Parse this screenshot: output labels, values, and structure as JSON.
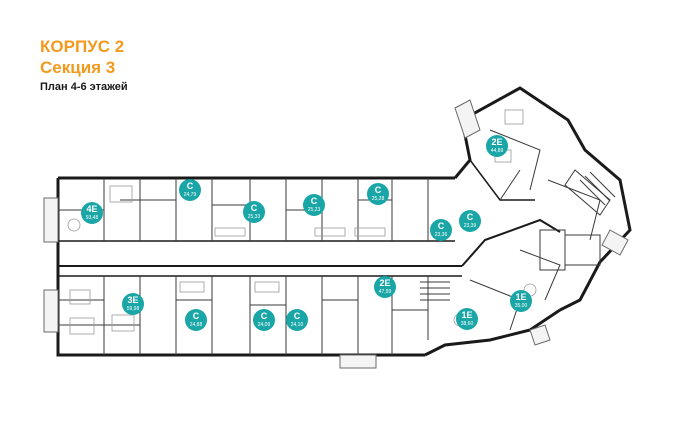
{
  "header": {
    "building": "КОРПУС 2",
    "section": "Секция 3",
    "plan": "План 4-6 этажей"
  },
  "colors": {
    "accent": "#f39a1e",
    "badge": "#1aa6a6",
    "wall": "#1a1a1a",
    "text": "#1a1a1a"
  },
  "apartments": [
    {
      "code": "4E",
      "area": "93,48"
    },
    {
      "code": "C",
      "area": "24,79"
    },
    {
      "code": "C",
      "area": "25,33"
    },
    {
      "code": "C",
      "area": "25,23"
    },
    {
      "code": "C",
      "area": "25,28"
    },
    {
      "code": "C",
      "area": "23,36"
    },
    {
      "code": "C",
      "area": "23,39"
    },
    {
      "code": "2E",
      "area": "44,89"
    },
    {
      "code": "3E",
      "area": "59,98"
    },
    {
      "code": "C",
      "area": "24,88"
    },
    {
      "code": "C",
      "area": "24,09"
    },
    {
      "code": "C",
      "area": "24,10"
    },
    {
      "code": "2E",
      "area": "47,99"
    },
    {
      "code": "1E",
      "area": "38,60"
    },
    {
      "code": "1E",
      "area": "35,00"
    }
  ]
}
